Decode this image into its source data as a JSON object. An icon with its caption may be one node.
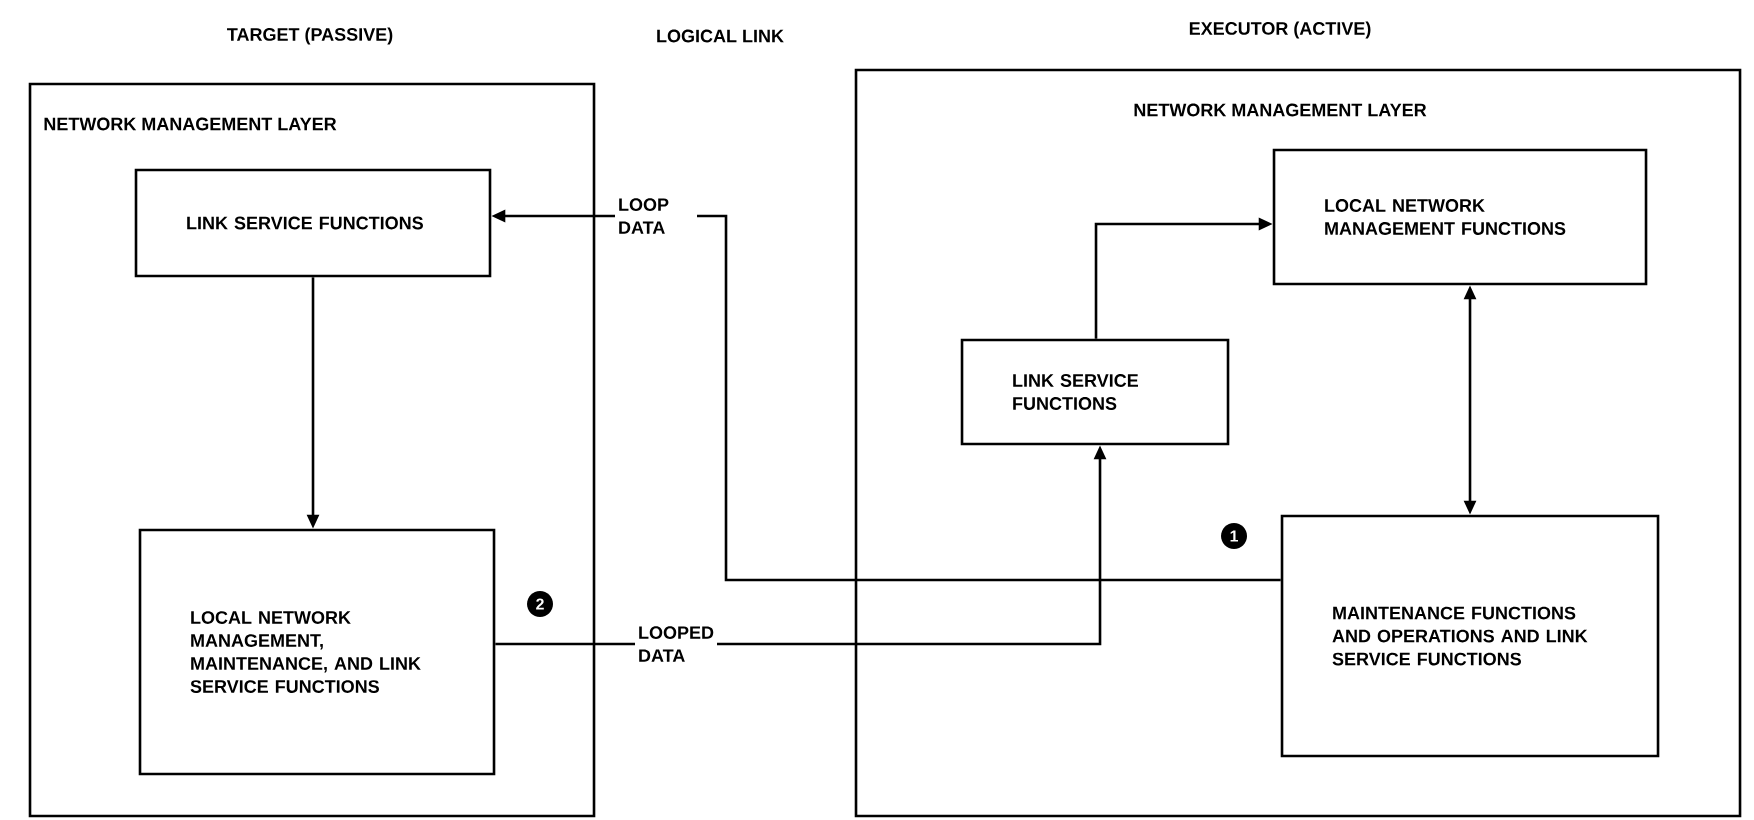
{
  "diagram": {
    "nodes": [
      {
        "text": [
          "TARGET (PASSIVE)",
          "NETWORK MANAGEMENT LAYER"
        ]
      },
      {
        "text": [
          "LINK SERVICE FUNCTIONS"
        ],
        "in": 0
      },
      {
        "text": [
          "LOCAL NETWORK MANAGEMENT, MAINTENANCE, AND LINK SERVICE FUNCTIONS"
        ],
        "in": 0
      },
      {
        "text": [
          "EXECUTOR (ACTIVE)",
          "NETWORK MANAGEMENT LAYER"
        ]
      },
      {
        "text": [
          "LOCAL NETWORK MANAGEMENT FUNCTIONS"
        ],
        "in": 3
      },
      {
        "text": [
          "LINK SERVICE FUNCTIONS"
        ],
        "in": 3
      },
      {
        "text": [
          "MAINTENANCE FUNCTIONS AND OPERATIONS AND LINK SERVICE FUNCTIONS"
        ],
        "in": 3
      }
    ],
    "edges": [
      {
        "from": 1,
        "to": 2,
        "arrow": "to"
      },
      {
        "from": 6,
        "to": 1,
        "arrow": "to",
        "label": "LOOP DATA"
      },
      {
        "from": 2,
        "to": 5,
        "arrow": "to",
        "label": "LOOPED DATA"
      },
      {
        "from": 5,
        "to": 4,
        "arrow": "to"
      },
      {
        "from": 4,
        "to": 6,
        "arrow": "both"
      }
    ],
    "labels": [
      "LOGICAL LINK",
      "1",
      "2"
    ]
  }
}
